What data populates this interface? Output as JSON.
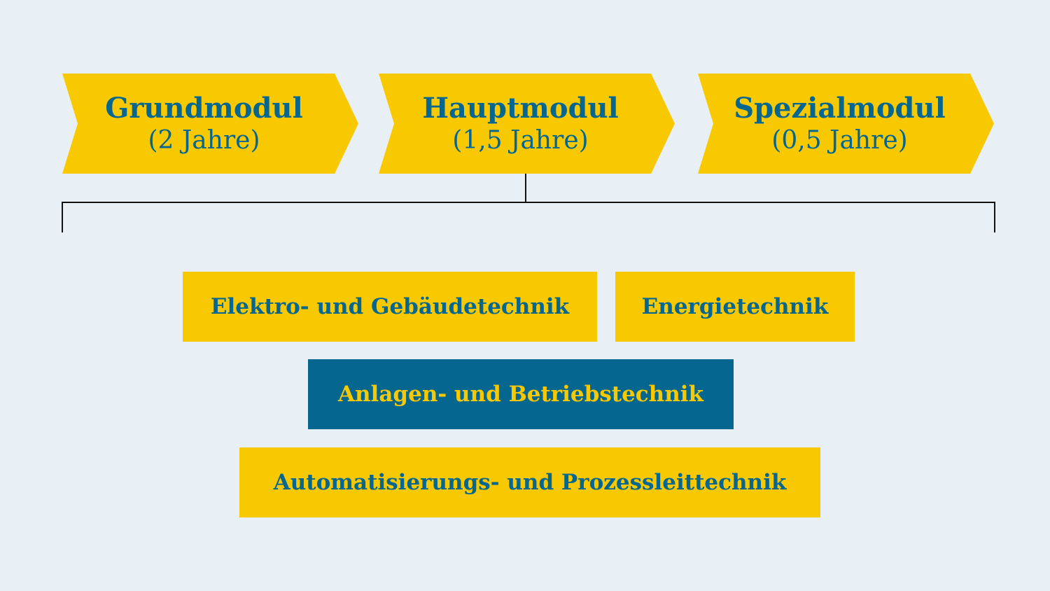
{
  "colors": {
    "background": "#e8f0f5",
    "yellow": "#f8c900",
    "blue": "#05668f",
    "line": "#111111"
  },
  "modules": [
    {
      "title": "Grundmodul",
      "duration": "(2 Jahre)"
    },
    {
      "title": "Hauptmodul",
      "duration": "(1,5 Jahre)"
    },
    {
      "title": "Spezialmodul",
      "duration": "(0,5 Jahre)"
    }
  ],
  "specializations": [
    {
      "label": "Elektro- und Gebäudetechnik",
      "highlighted": false
    },
    {
      "label": "Energietechnik",
      "highlighted": false
    },
    {
      "label": "Anlagen- und Betriebstechnik",
      "highlighted": true
    },
    {
      "label": "Automatisierungs- und Prozessleittechnik",
      "highlighted": false
    }
  ]
}
